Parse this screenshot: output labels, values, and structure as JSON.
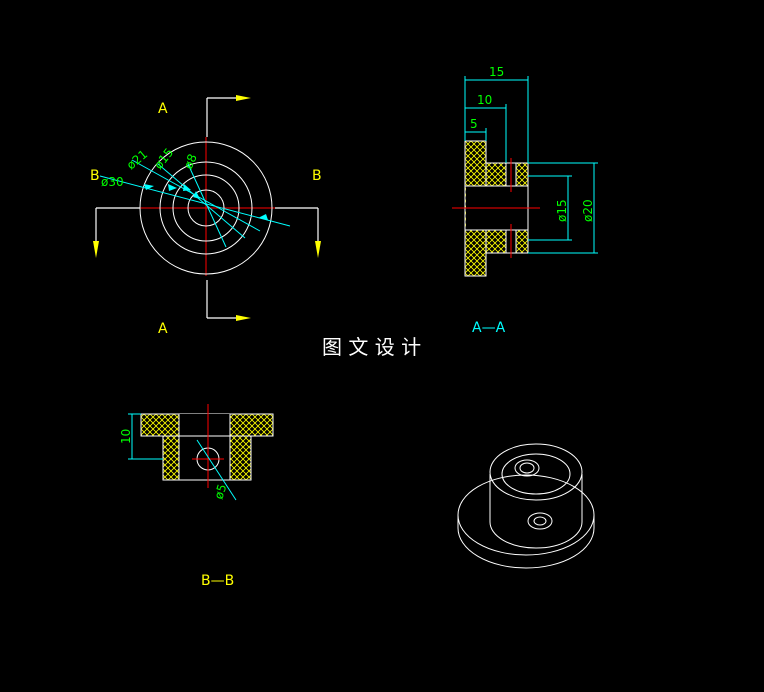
{
  "labels": {
    "section_a_top": "A",
    "section_a_bottom": "A",
    "section_b_left": "B",
    "section_b_right": "B",
    "view_a_title": "A—A",
    "view_b_title": "B—B",
    "center_title": "图 文 设 计"
  },
  "dims": {
    "d21": "ø21",
    "d15": "ø15",
    "d8": "ø8",
    "d30": "ø30",
    "len15": "15",
    "len10": "10",
    "len5": "5",
    "dia15": "ø15",
    "dia20": "ø20",
    "b_len10": "10",
    "b_hole5": "ø5"
  },
  "colors": {
    "background": "#000000",
    "outline": "#ffffff",
    "centerline": "#ff0000",
    "dimension": "#00ffff",
    "dim_text": "#00ff00",
    "section": "#ffff00",
    "hatch": "#ffff00"
  }
}
